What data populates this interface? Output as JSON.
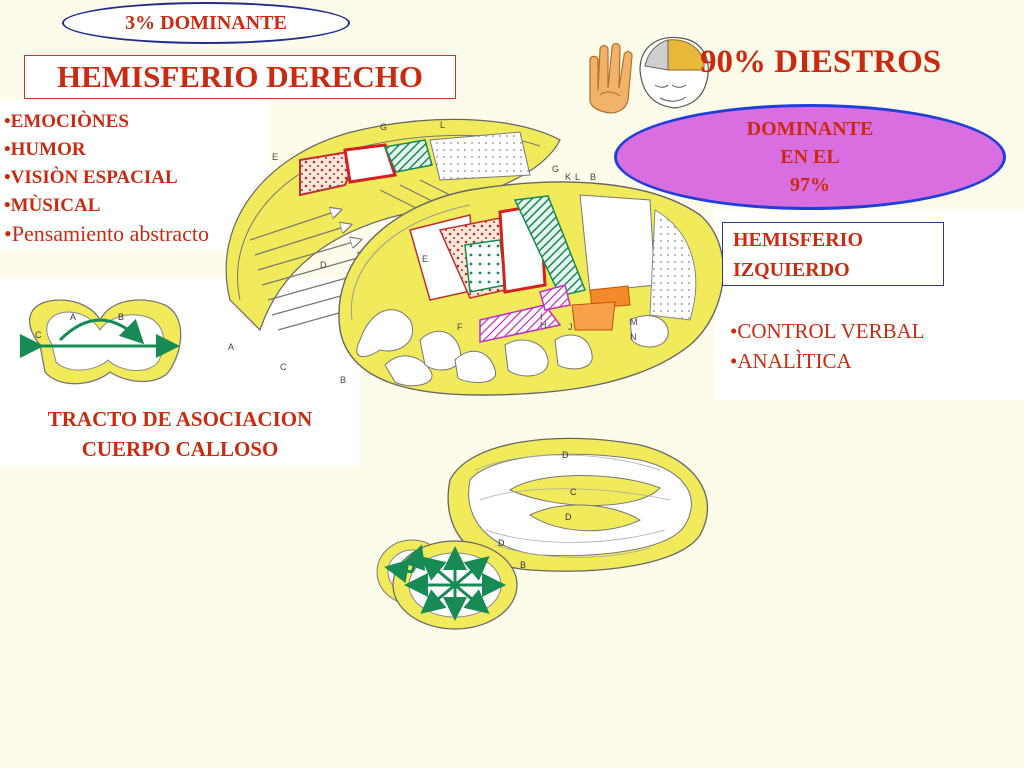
{
  "top_oval": {
    "text": "3% DOMINANTE"
  },
  "title": "HEMISFERIO DERECHO",
  "left_functions": [
    "•EMOCIÒNES",
    "•HUMOR",
    "•VISIÒN ESPACIAL",
    "•MÙSICAL",
    "•Pensamiento abstracto"
  ],
  "diestros": "90% DIESTROS",
  "dominant_oval": {
    "line1": "DOMINANTE",
    "line2": "EN EL",
    "line3": "97%"
  },
  "left_hemisphere_box": {
    "line1": "HEMISFERIO",
    "line2": "IZQUIERDO"
  },
  "right_functions": [
    "•CONTROL VERBAL",
    "•ANALÌTICA"
  ],
  "tract_label": {
    "line1": "TRACTO DE ASOCIACION",
    "line2": "CUERPO CALLOSO"
  },
  "figure_letters": [
    "A",
    "B",
    "C",
    "D",
    "E",
    "F",
    "G",
    "H",
    "I",
    "J",
    "K",
    "L",
    "M",
    "N"
  ],
  "colors": {
    "label_red": "#cc2a10",
    "oval_border": "#1f3fd8",
    "oval_fill": "#d86ee0",
    "brain_yellow": "#f1ea5a",
    "tract_green": "#178a55",
    "region_magenta": "#c030c0",
    "region_orange": "#f28a2a",
    "region_red": "#d62020"
  },
  "icons": [
    "hand-icon",
    "head-brain-icon",
    "green-arrow-icon"
  ]
}
